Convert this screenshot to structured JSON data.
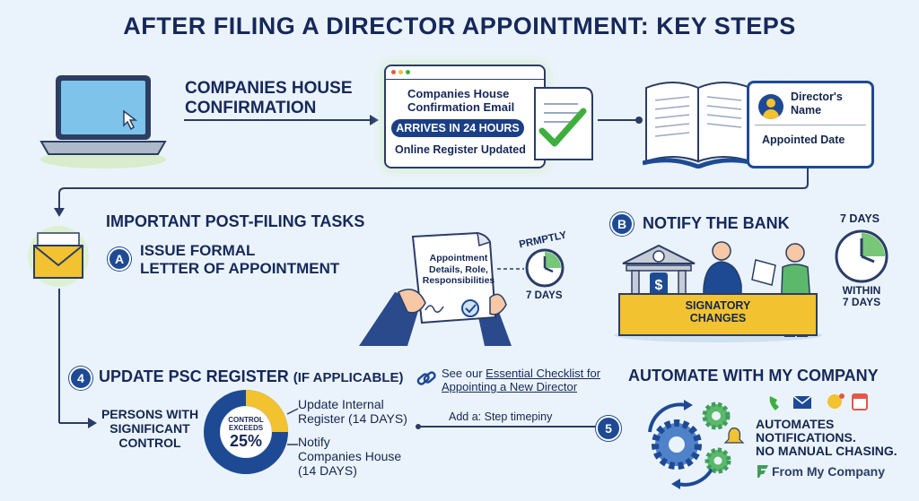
{
  "title": "AFTER FILING A DIRECTOR APPOINTMENT: KEY STEPS",
  "step1": {
    "label_line1": "COMPANIES HOUSE",
    "label_line2": "CONFIRMATION",
    "email_line1": "Companies House",
    "email_line2": "Confirmation Email",
    "pill": "ARRIVES IN 24 HOURS",
    "register": "Online Register Updated"
  },
  "register_card": {
    "name_line1": "Director's",
    "name_line2": "Name",
    "date": "Appointed Date"
  },
  "tasks_heading": "IMPORTANT POST-FILING TASKS",
  "task_a": {
    "badge": "A",
    "line1": "ISSUE FORMAL",
    "line2": "LETTER OF APPOINTMENT",
    "doc_line1": "Appointment",
    "doc_line2": "Details, Role,",
    "doc_line3": "Responsibilities",
    "prompt": "PRMPTLY",
    "days": "7 DAYS"
  },
  "task_b": {
    "badge": "B",
    "heading": "NOTIFY THE BANK",
    "top_days": "7 DAYS",
    "within_line1": "WITHIN",
    "within_line2": "7 DAYS",
    "desk_line1": "SIGNATORY",
    "desk_line2": "CHANGES"
  },
  "psc": {
    "badge": "4",
    "heading": "UPDATE PSC REGISTER",
    "heading_suffix": "(IF APPLICABLE)",
    "persons_line1": "PERSONS WITH",
    "persons_line2": "SIGNIFICANT",
    "persons_line3": "CONTROL",
    "donut_line1": "CONTROL",
    "donut_line2": "EXCEEDS",
    "donut_value": "25%",
    "item1_line1": "Update Internal",
    "item1_line2": "Register (14 DAYS)",
    "item2_line1": "Notify",
    "item2_line2": "Companies House",
    "item2_line3": "(14 DAYS)"
  },
  "checklist_link": {
    "prefix": "See our ",
    "bold1": "Essential Checklist for",
    "bold2": "Appointing a New Director"
  },
  "step5": {
    "connector": "Add a: Step timepiny",
    "badge": "5"
  },
  "automate": {
    "heading": "AUTOMATE WITH MY COMPANY",
    "line1": "AUTOMATES",
    "line2": "NOTIFICATIONS.",
    "line3": "NO MANUAL CHASING.",
    "brand": "From My Company"
  },
  "colors": {
    "navy": "#16285a",
    "blue": "#1e4a94",
    "green": "#3fae3f",
    "yellow": "#f2c230",
    "gear_green": "#3f9c5c"
  }
}
